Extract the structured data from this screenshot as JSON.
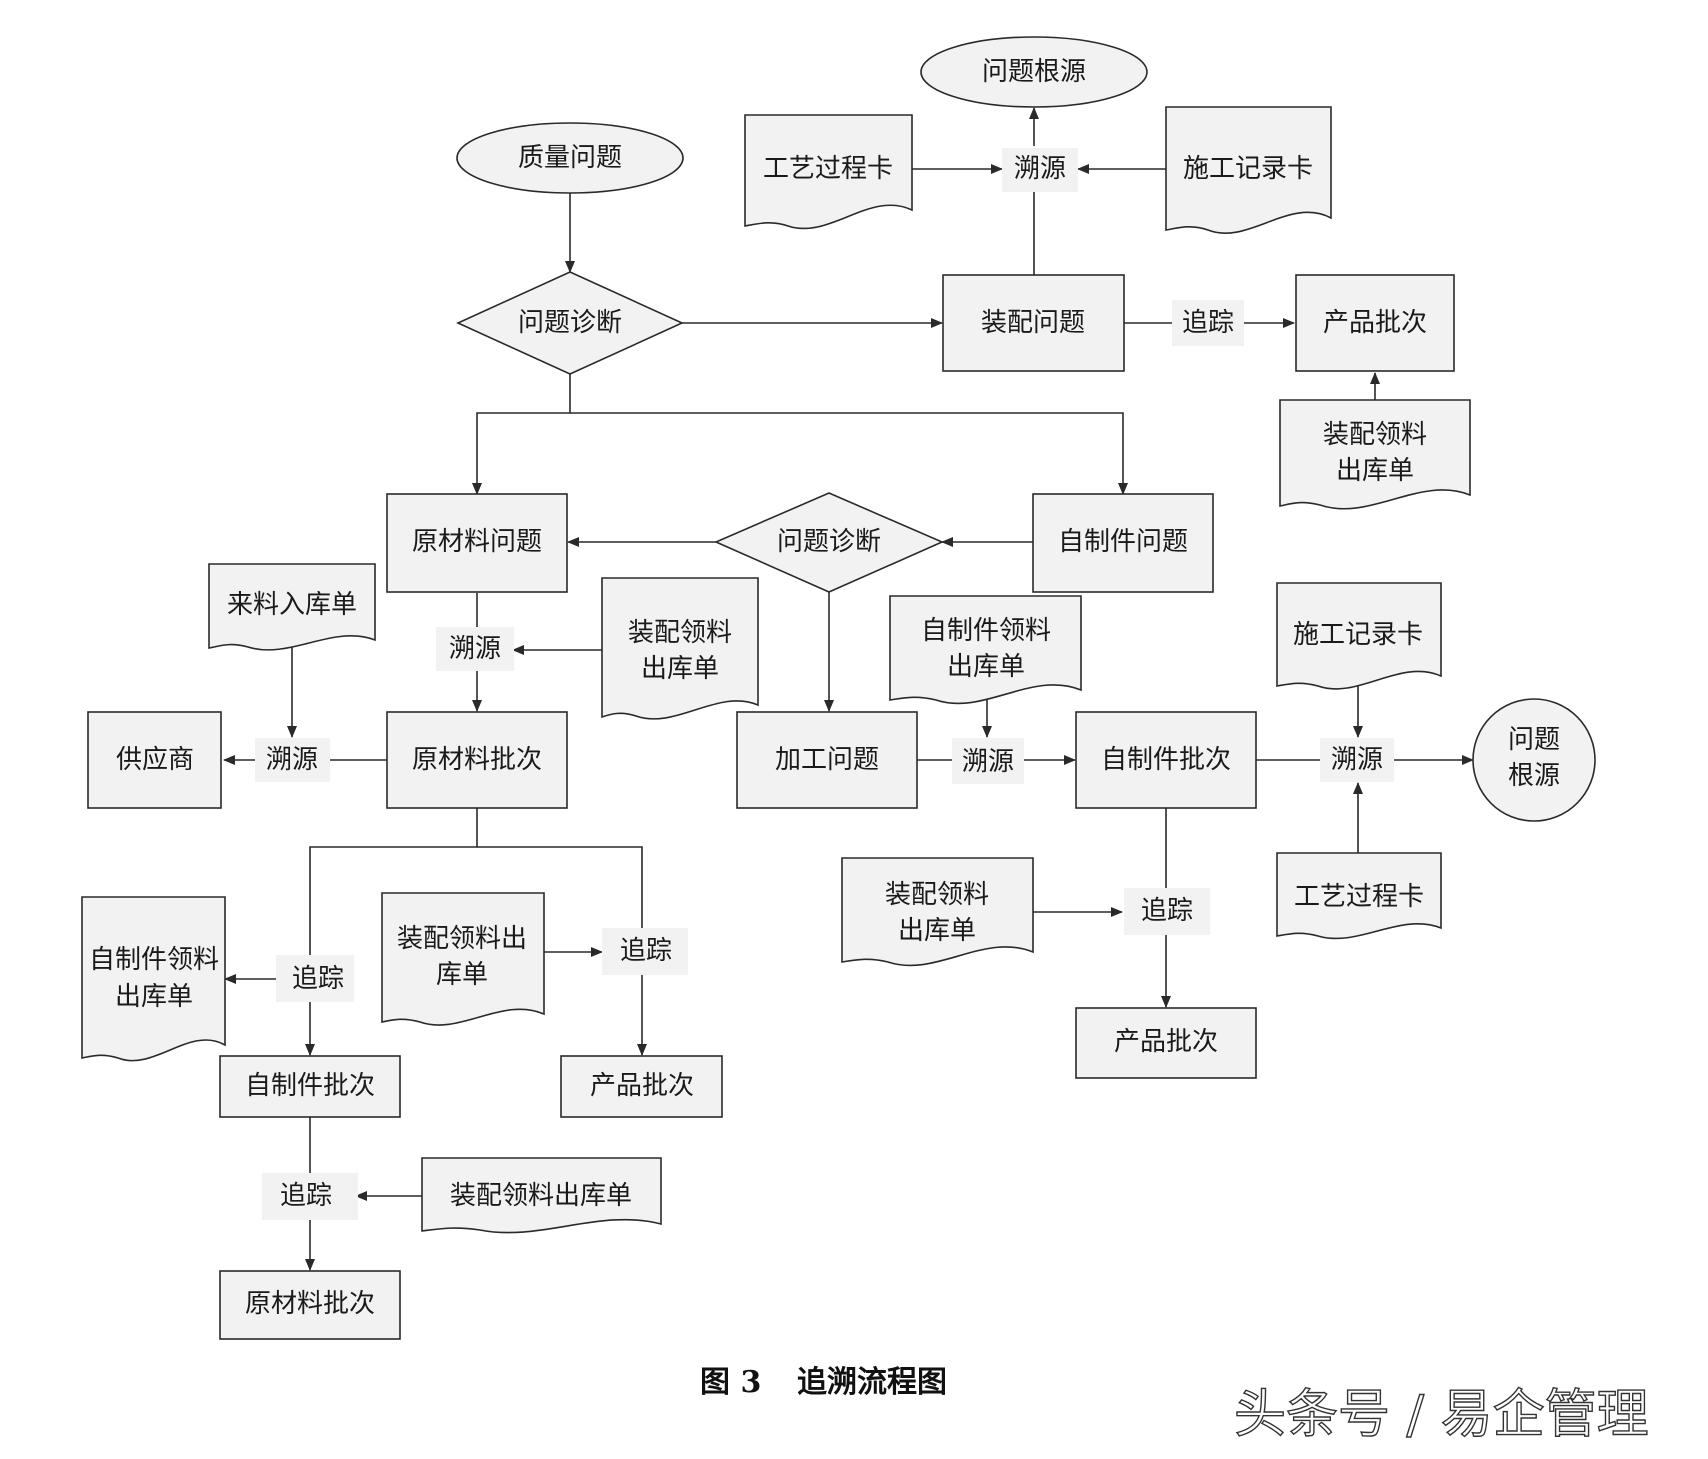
{
  "nodes": {
    "quality_problem": "质量问题",
    "diag_top": "问题诊断",
    "root_top": "问题根源",
    "process_card_top": "工艺过程卡",
    "trace_src_top": "溯源",
    "construction_card_top": "施工记录卡",
    "assembly_problem": "装配问题",
    "track_top": "追踪",
    "product_batch_top": "产品批次",
    "assembly_slip_top_1": "装配领料",
    "assembly_slip_top_2": "出库单",
    "raw_problem": "原材料问题",
    "diag_mid": "问题诊断",
    "selfmade_problem": "自制件问题",
    "incoming_slip": "来料入库单",
    "trace_src_raw": "溯源",
    "assembly_slip_mid_1": "装配领料",
    "assembly_slip_mid_2": "出库单",
    "supplier": "供应商",
    "trace_src_supplier": "溯源",
    "raw_batch": "原材料批次",
    "selfmade_slip_mid_1": "自制件领料",
    "selfmade_slip_mid_2": "出库单",
    "machining_problem": "加工问题",
    "trace_src_mach": "溯源",
    "selfmade_batch_right": "自制件批次",
    "construction_card_right": "施工记录卡",
    "trace_src_right": "溯源",
    "root_right_1": "问题",
    "root_right_2": "根源",
    "assembly_slip_right_1": "装配领料",
    "assembly_slip_right_2": "出库单",
    "track_right": "追踪",
    "process_card_right": "工艺过程卡",
    "product_batch_right": "产品批次",
    "selfmade_slip_left_1": "自制件领料",
    "selfmade_slip_left_2": "出库单",
    "track_left": "追踪",
    "assembly_slip_left_1": "装配领料出",
    "assembly_slip_left_2": "库单",
    "track_left2": "追踪",
    "selfmade_batch_left": "自制件批次",
    "product_batch_left": "产品批次",
    "track_bottom": "追踪",
    "assembly_slip_bottom": "装配领料出库单",
    "raw_batch_bottom": "原材料批次"
  },
  "caption": {
    "figure": "图 3",
    "title": "追溯流程图"
  },
  "watermark": "头条号 / 易企管理"
}
